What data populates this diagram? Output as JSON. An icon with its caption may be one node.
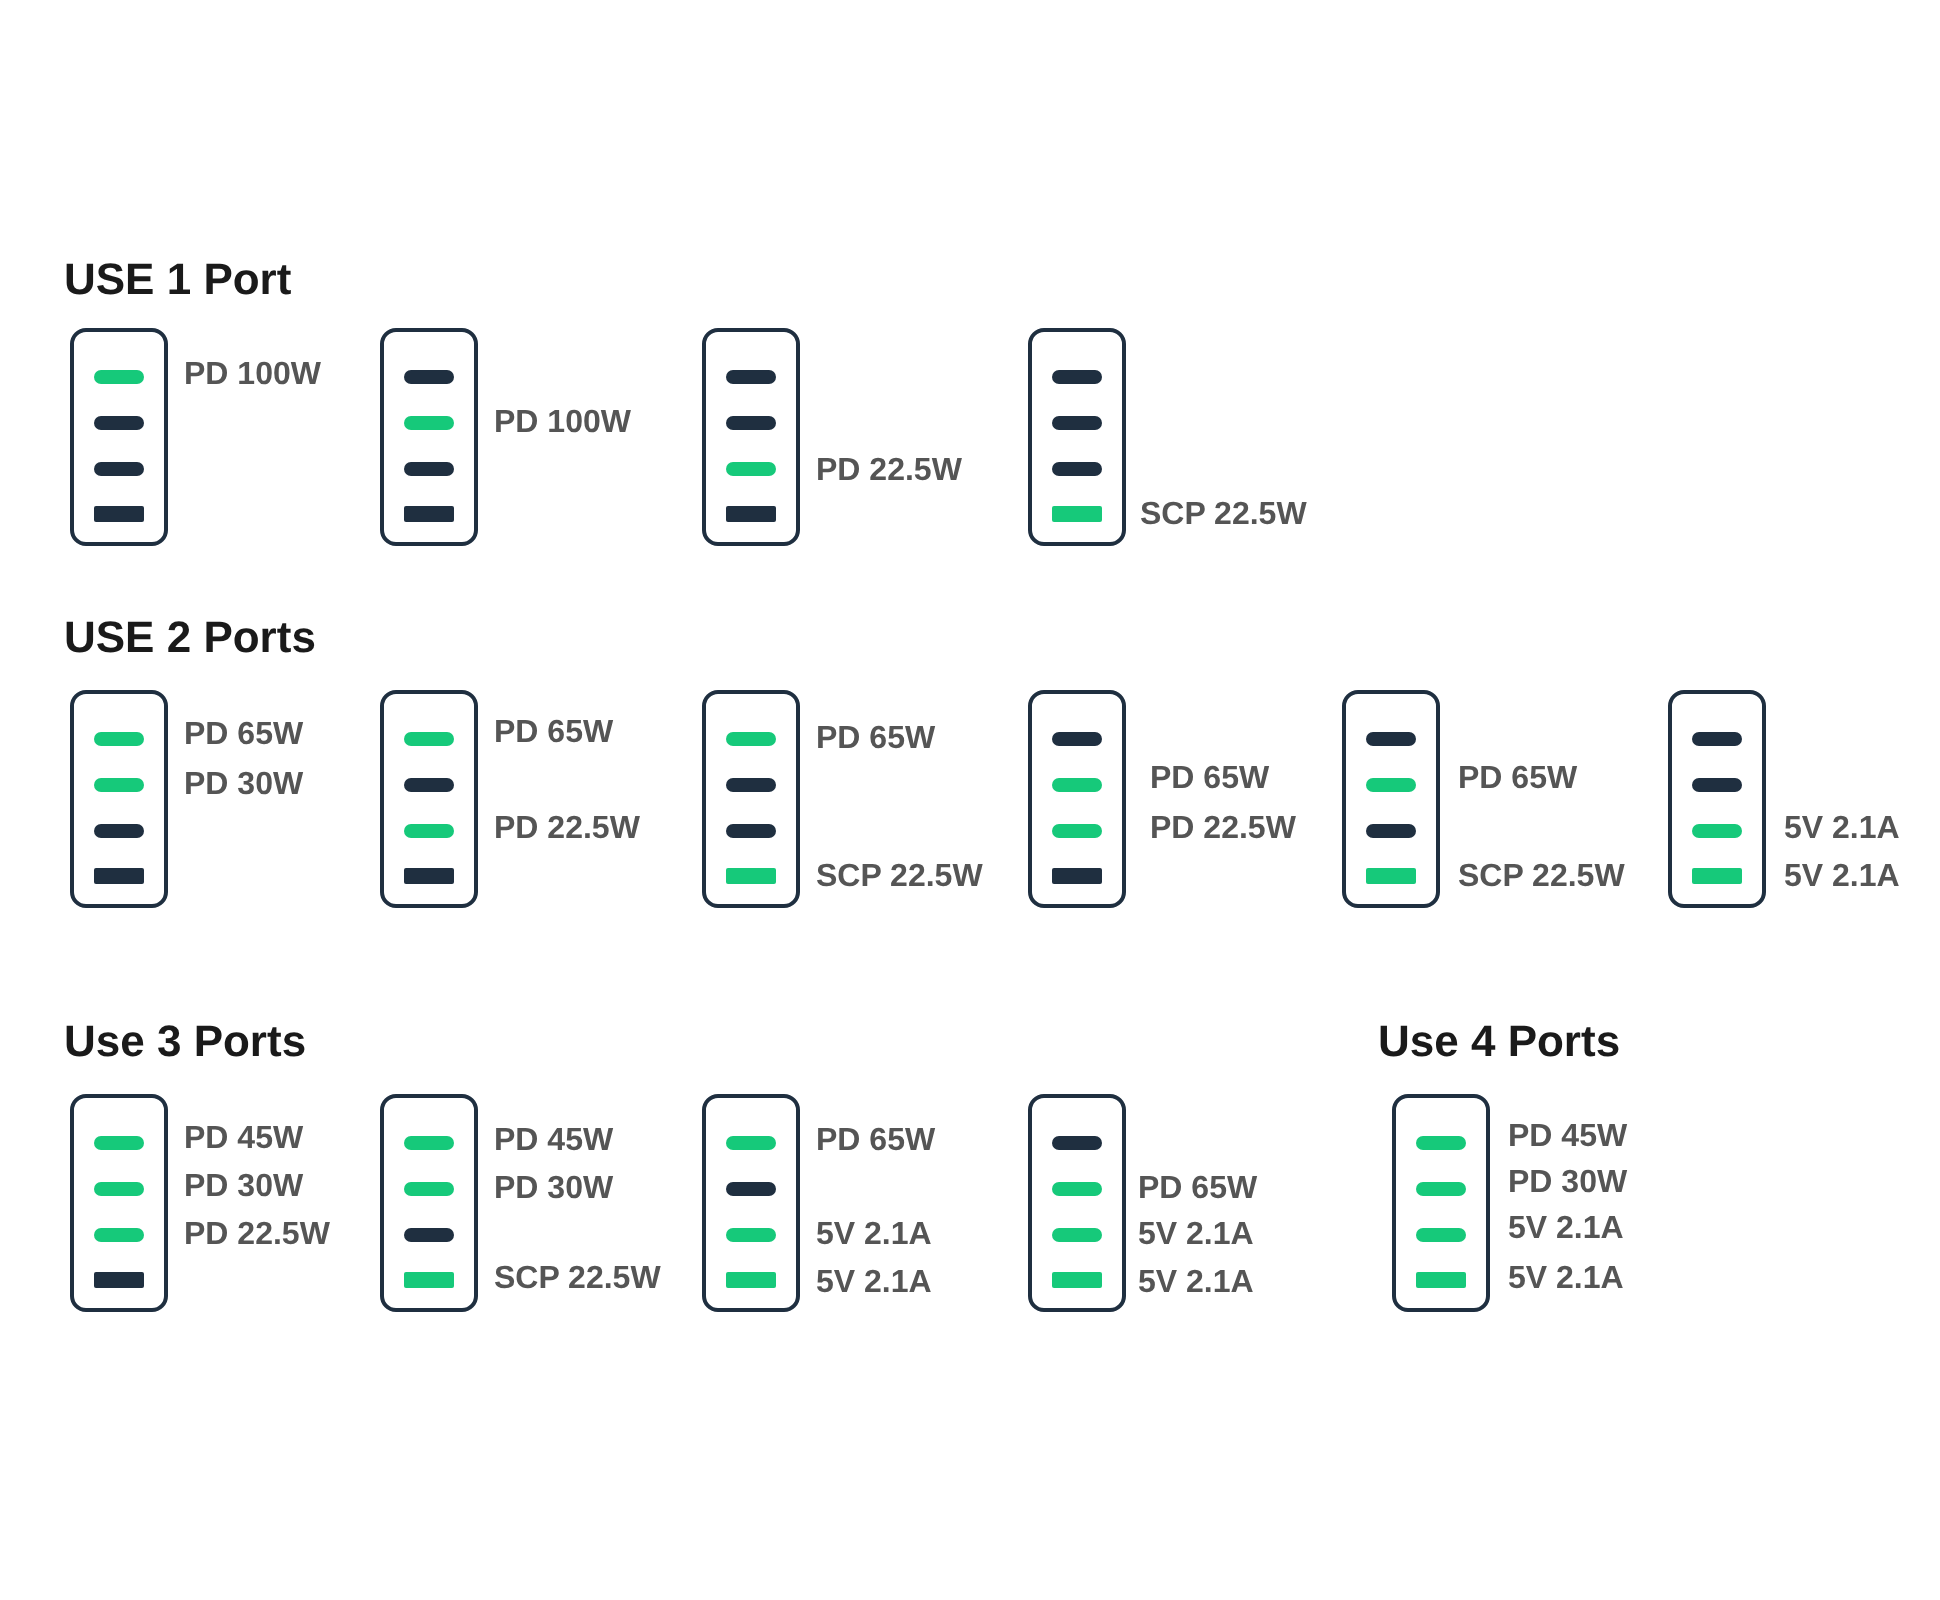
{
  "diagram": {
    "nodes": [
      {
        "text": [],
        "shape": "box",
        "beside": [
          "PD 100W"
        ]
      },
      {
        "text": [],
        "shape": "box",
        "beside": [
          "PD 100W"
        ]
      },
      {
        "text": [],
        "shape": "box",
        "beside": [
          "PD 22.5W"
        ]
      },
      {
        "text": [],
        "shape": "box",
        "beside": [
          "SCP 22.5W"
        ]
      },
      {
        "text": [],
        "shape": "box",
        "beside": [
          "PD 65W",
          "PD 30W"
        ]
      },
      {
        "text": [],
        "shape": "box",
        "beside": [
          "PD 65W",
          "PD 22.5W"
        ]
      },
      {
        "text": [],
        "shape": "box",
        "beside": [
          "PD 65W",
          "SCP 22.5W"
        ]
      },
      {
        "text": [],
        "shape": "box",
        "beside": [
          "PD 65W",
          "PD 22.5W"
        ]
      },
      {
        "text": [],
        "shape": "box",
        "beside": [
          "PD 65W",
          "SCP 22.5W"
        ]
      },
      {
        "text": [],
        "shape": "box",
        "beside": [
          "5V 2.1A",
          "5V 2.1A"
        ]
      },
      {
        "text": [],
        "shape": "box",
        "beside": [
          "PD 45W",
          "PD 30W",
          "PD 22.5W"
        ]
      },
      {
        "text": [],
        "shape": "box",
        "beside": [
          "PD 45W",
          "PD 30W",
          "SCP 22.5W"
        ]
      },
      {
        "text": [],
        "shape": "box",
        "beside": [
          "PD 65W",
          "5V 2.1A",
          "5V 2.1A"
        ]
      },
      {
        "text": [],
        "shape": "box",
        "beside": [
          "PD 65W",
          "5V 2.1A",
          "5V 2.1A"
        ]
      },
      {
        "text": [],
        "shape": "box",
        "beside": [
          "PD 45W",
          "PD 30W",
          "5V 2.1A",
          "5V 2.1A"
        ]
      }
    ],
    "edges": [],
    "labels": [
      "USE 1 Port",
      "USE 2 Ports",
      "Use 3 Ports",
      "Use 4 Ports"
    ]
  }
}
